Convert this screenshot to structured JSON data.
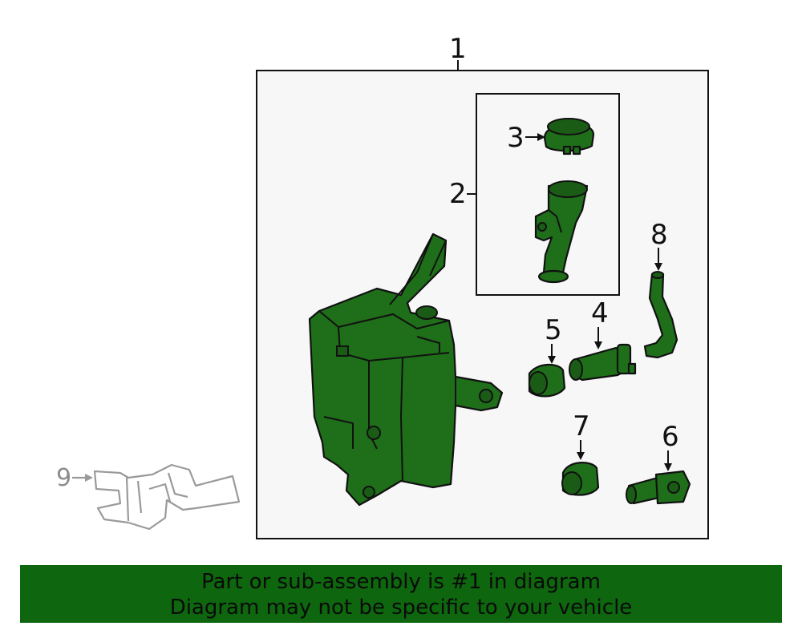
{
  "callouts": {
    "c1": "1",
    "c2": "2",
    "c3": "3",
    "c4": "4",
    "c5": "5",
    "c6": "6",
    "c7": "7",
    "c8": "8",
    "c9": "9"
  },
  "banner": {
    "line1": "Part or sub-assembly is #1 in diagram",
    "line2": "Diagram may not be specific to your vehicle"
  },
  "colors": {
    "part_green": "#1f6e1a",
    "banner_green": "#0e660e",
    "frame_fill": "#f7f7f7"
  }
}
